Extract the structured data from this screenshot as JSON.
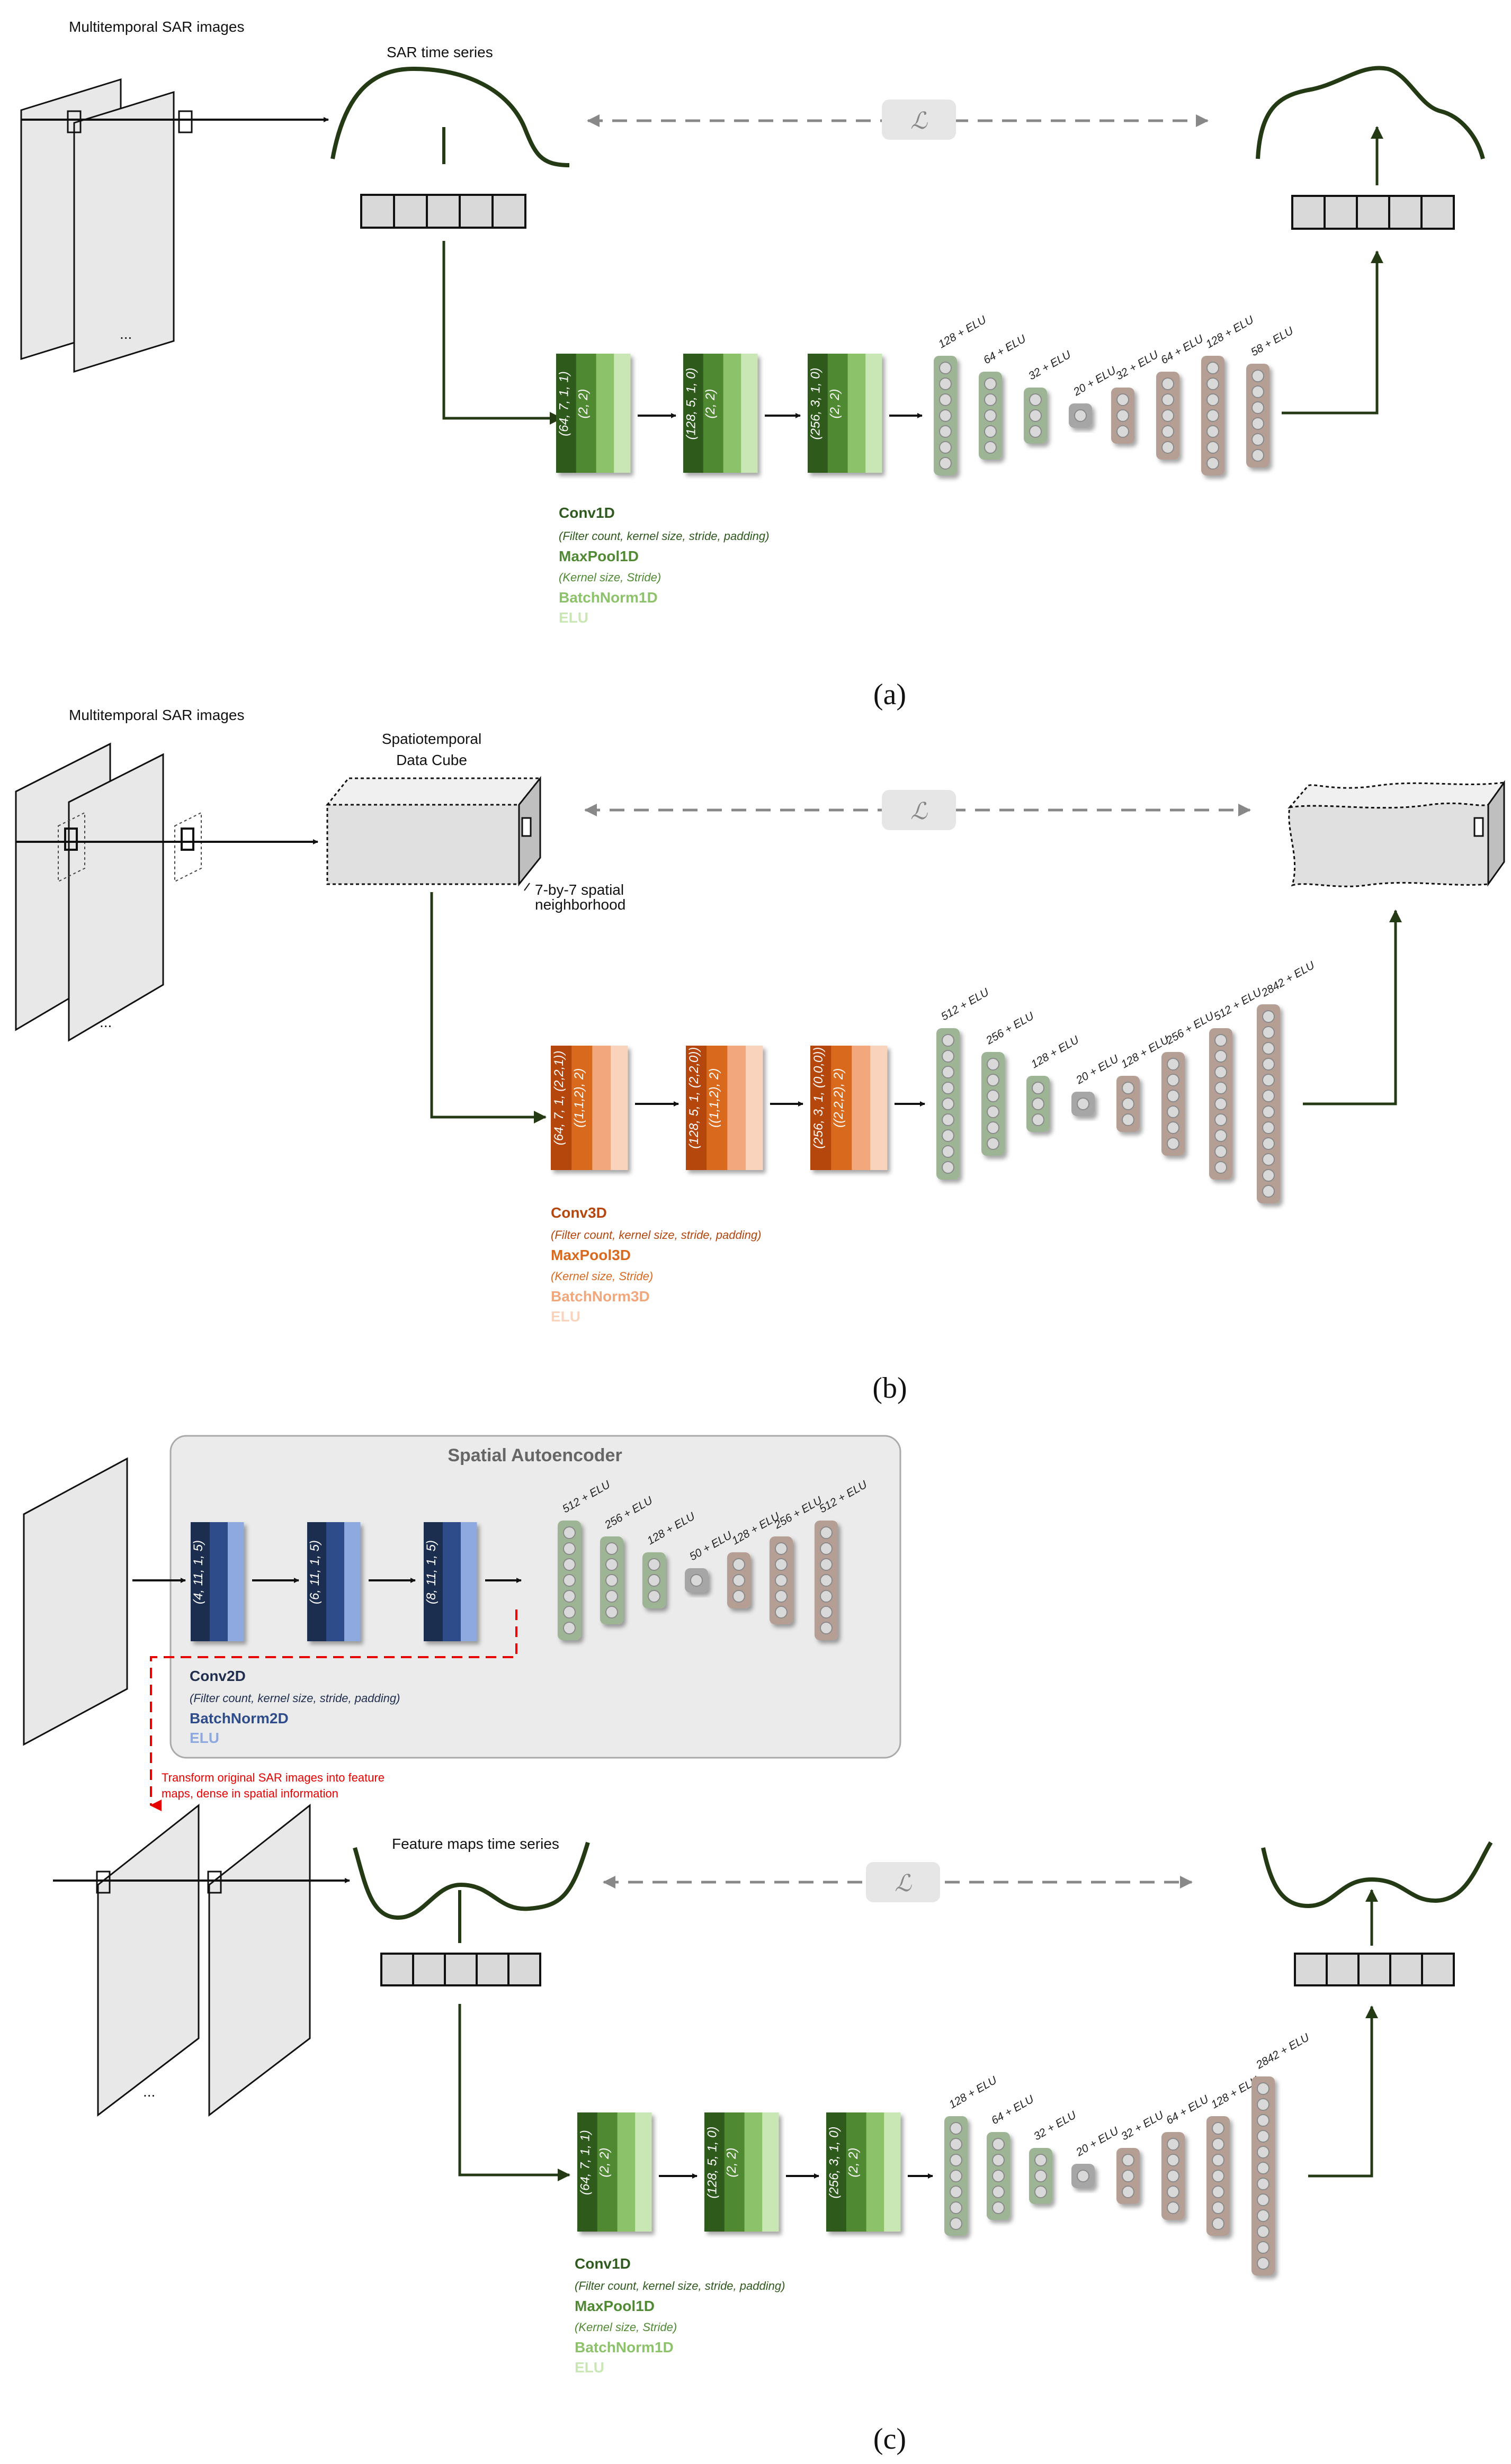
{
  "panel_a": {
    "input_title": "Multitemporal SAR images",
    "series_title": "SAR time series",
    "ellipsis": "...",
    "loss_symbol": "ℒ",
    "layers": [
      {
        "label1": "(64, 7, 1, 1)",
        "label2": "(2, 2)"
      },
      {
        "label1": "(128, 5, 1, 0)",
        "label2": "(2, 2)"
      },
      {
        "label1": "(256, 3, 1, 0)",
        "label2": "(2, 2)"
      }
    ],
    "neurons": [
      "128 + ELU",
      "64 + ELU",
      "32 + ELU",
      "20 + ELU",
      "32 + ELU",
      "64 + ELU",
      "128 + ELU",
      "58 + ELU"
    ],
    "legend": {
      "conv": "Conv1D",
      "conv_params": "(Filter count, kernel size, stride, padding)",
      "pool": "MaxPool1D",
      "pool_params": "(Kernel size, Stride)",
      "bn": "BatchNorm1D",
      "act": "ELU"
    },
    "caption": "(a)"
  },
  "panel_b": {
    "input_title": "Multitemporal SAR images",
    "cube_title_1": "Spatiotemporal",
    "cube_title_2": "Data Cube",
    "neighborhood_1": "7-by-7 spatial",
    "neighborhood_2": "neighborhood",
    "ellipsis": "...",
    "loss_symbol": "ℒ",
    "layers": [
      {
        "label1": "(64, 7, 1, (2,2,1))",
        "label2": "((1,1,2), 2)"
      },
      {
        "label1": "(128, 5, 1, (2,2,0))",
        "label2": "((1,1,2), 2)"
      },
      {
        "label1": "(256, 3, 1, (0,0,0))",
        "label2": "((2,2,2), 2)"
      }
    ],
    "neurons": [
      "512 + ELU",
      "256 + ELU",
      "128 + ELU",
      "20 + ELU",
      "128 + ELU",
      "256 + ELU",
      "512 + ELU",
      "2842 + ELU"
    ],
    "legend": {
      "conv": "Conv3D",
      "conv_params": "(Filter count, kernel size, stride, padding)",
      "pool": "MaxPool3D",
      "pool_params": "(Kernel size, Stride)",
      "bn": "BatchNorm3D",
      "act": "ELU"
    },
    "caption": "(b)"
  },
  "panel_c": {
    "sae_title": "Spatial Autoencoder",
    "sae_layers": [
      "(4, 11, 1, 5)",
      "(6, 11, 1, 5)",
      "(8, 11, 1, 5)"
    ],
    "sae_neurons": [
      "512 + ELU",
      "256 + ELU",
      "128 + ELU",
      "50 + ELU",
      "128 + ELU",
      "256 + ELU",
      "512 + ELU"
    ],
    "sae_legend": {
      "conv": "Conv2D",
      "conv_params": "(Filter count, kernel size, stride, padding)",
      "bn": "BatchNorm2D",
      "act": "ELU"
    },
    "transform_note_1": "Transform original SAR images into feature",
    "transform_note_2": "maps, dense in spatial information",
    "series_title": "Feature maps time series",
    "ellipsis": "...",
    "loss_symbol": "ℒ",
    "layers": [
      {
        "label1": "(64, 7, 1, 1)",
        "label2": "(2, 2)"
      },
      {
        "label1": "(128, 5, 1, 0)",
        "label2": "(2, 2)"
      },
      {
        "label1": "(256, 3, 1, 0)",
        "label2": "(2, 2)"
      }
    ],
    "neurons": [
      "128 + ELU",
      "64 + ELU",
      "32 + ELU",
      "20 + ELU",
      "32 + ELU",
      "64 + ELU",
      "128 + ELU",
      "2842 + ELU"
    ],
    "legend": {
      "conv": "Conv1D",
      "conv_params": "(Filter count, kernel size, stride, padding)",
      "pool": "MaxPool1D",
      "pool_params": "(Kernel size, Stride)",
      "bn": "BatchNorm1D",
      "act": "ELU"
    },
    "caption": "(c)"
  },
  "colors": {
    "green_dark": "#2f5a1e",
    "green_mid": "#4f8a33",
    "green_light": "#8cc26a",
    "green_pale": "#c9e6b5",
    "orange_dark": "#b5460d",
    "orange_mid": "#d9691f",
    "orange_light": "#f2a77b",
    "orange_pale": "#f9d3bb",
    "blue_dark": "#1f2d4f",
    "blue_mid": "#2e4c8a",
    "blue_light": "#8ea8e0",
    "enc_neuron": "#9db594",
    "dec_neuron": "#b59e94",
    "mid_neuron": "#a6a6a6",
    "curve": "#233a14",
    "red": "#e60000"
  }
}
